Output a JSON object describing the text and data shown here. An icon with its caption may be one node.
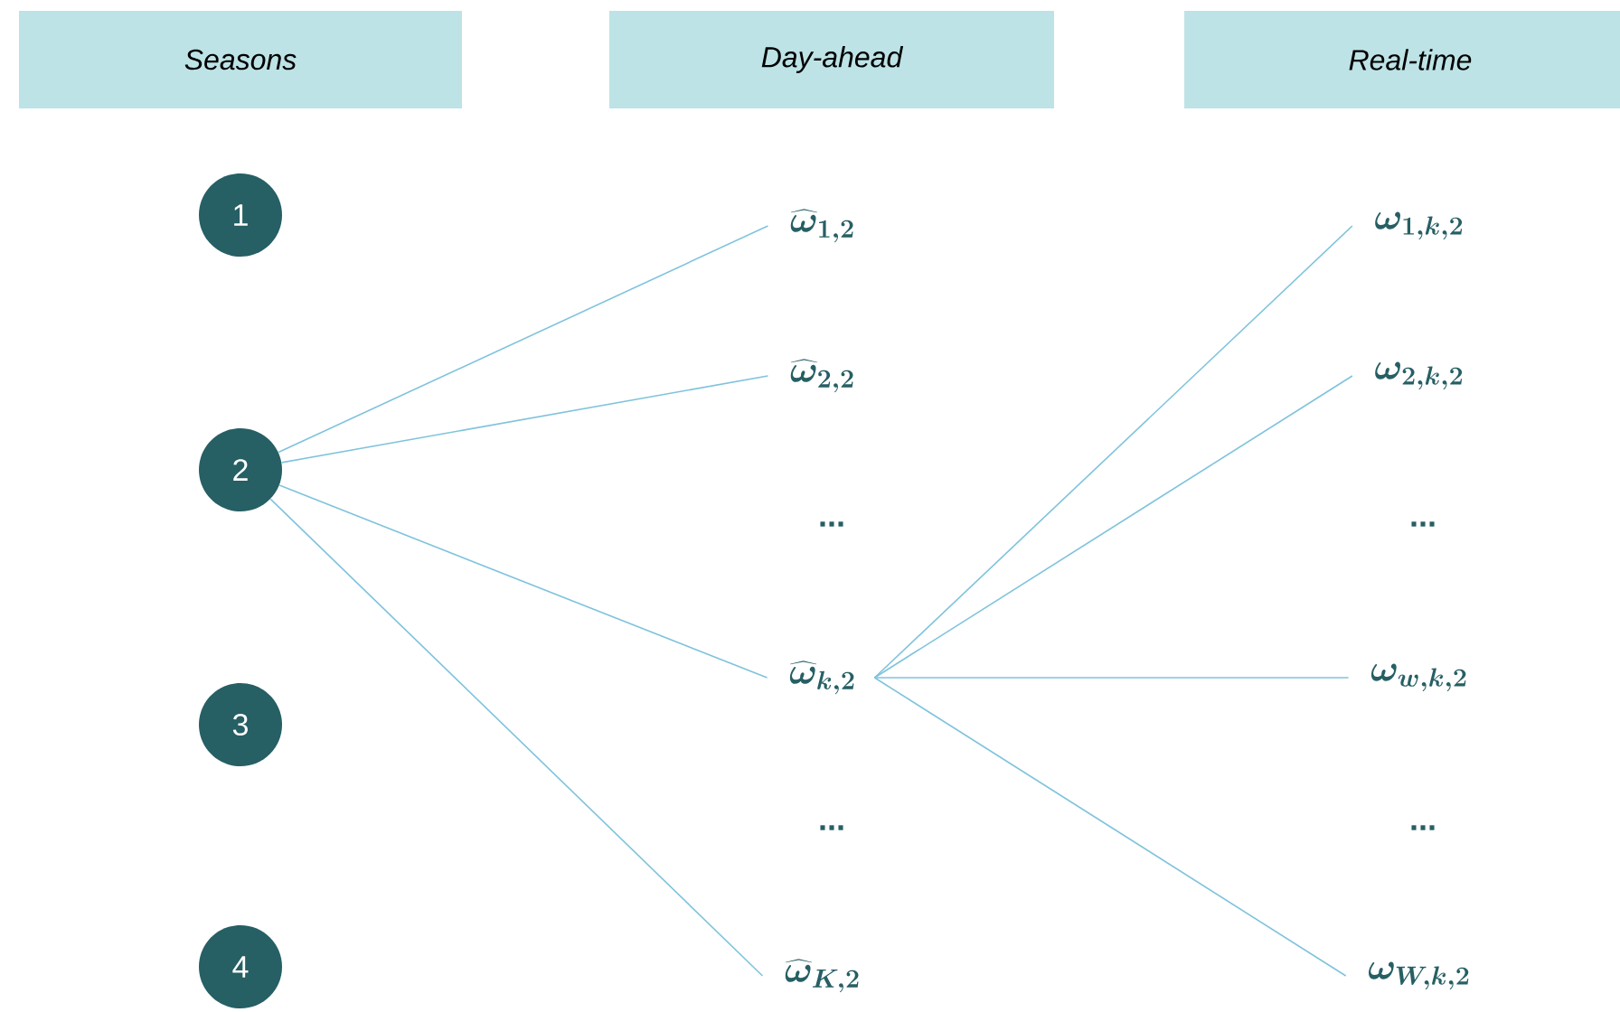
{
  "diagram": {
    "nodes": [
      {
        "text": [
          "Seasons"
        ]
      },
      {
        "text": [
          "Day-ahead"
        ]
      },
      {
        "text": [
          "Real-time"
        ]
      },
      {
        "text": [
          "1"
        ]
      },
      {
        "text": [
          "2"
        ]
      },
      {
        "text": [
          "3"
        ]
      },
      {
        "text": [
          "4"
        ]
      },
      {
        "text": [
          "\\widehat{\\omega}_{1,2}"
        ]
      },
      {
        "text": [
          "\\widehat{\\omega}_{2,2}"
        ]
      },
      {
        "text": [
          "\\widehat{\\omega}_{k,2}"
        ]
      },
      {
        "text": [
          "\\widehat{\\omega}_{K,2}"
        ]
      },
      {
        "text": [
          "\\omega_{1,k,2}"
        ]
      },
      {
        "text": [
          "\\omega_{2,k,2}"
        ]
      },
      {
        "text": [
          "\\omega_{w,k,2}"
        ]
      },
      {
        "text": [
          "\\omega_{W,k,2}"
        ]
      }
    ],
    "edges": [
      {
        "from": 4,
        "to": 7,
        "arrow": "none"
      },
      {
        "from": 4,
        "to": 8,
        "arrow": "none"
      },
      {
        "from": 4,
        "to": 9,
        "arrow": "none"
      },
      {
        "from": 4,
        "to": 10,
        "arrow": "none"
      },
      {
        "from": 9,
        "to": 11,
        "arrow": "none"
      },
      {
        "from": 9,
        "to": 12,
        "arrow": "none"
      },
      {
        "from": 9,
        "to": 13,
        "arrow": "none"
      },
      {
        "from": 9,
        "to": 14,
        "arrow": "none"
      }
    ],
    "labels": [
      "...",
      "...",
      "...",
      "..."
    ]
  }
}
